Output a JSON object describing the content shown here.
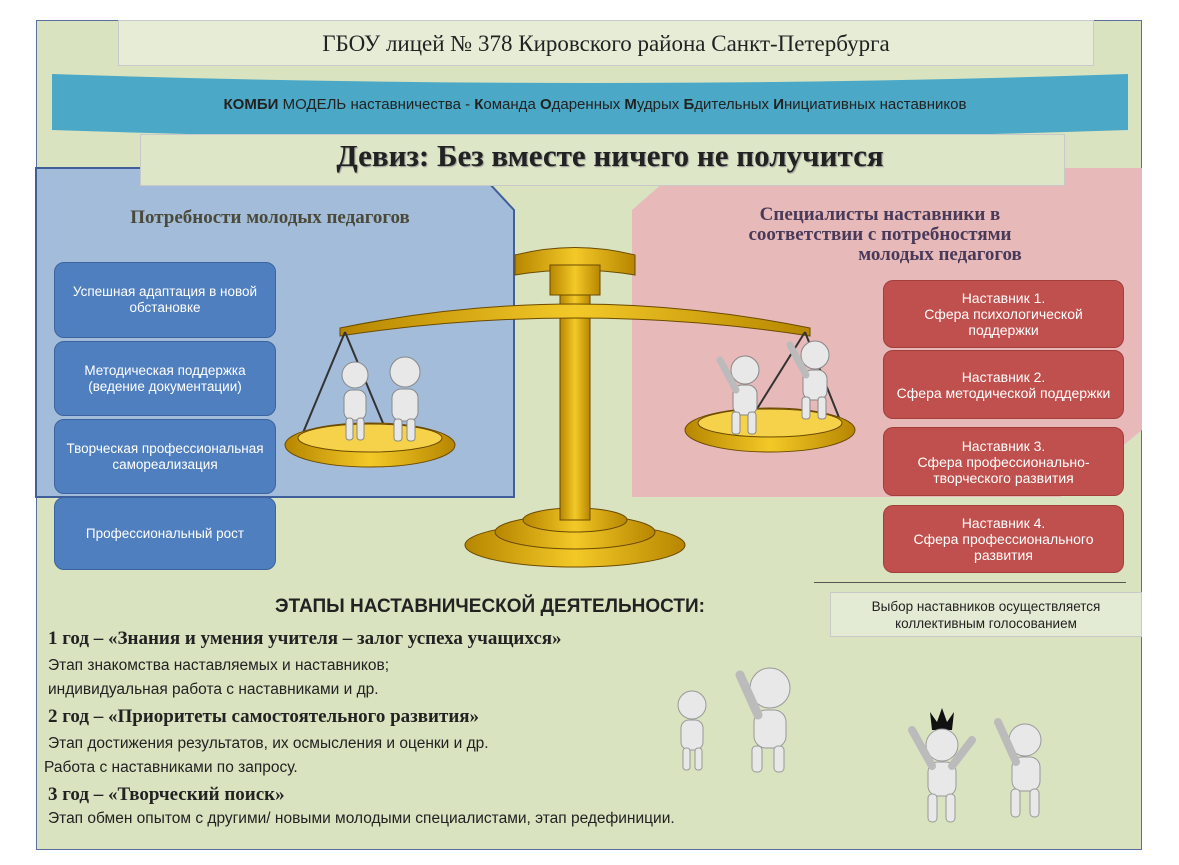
{
  "header": {
    "school": "ГБОУ лицей № 378 Кировского района Санкт-Петербурга",
    "banner": [
      {
        "b": "КОМБИ",
        "t": " МОДЕЛЬ наставничества -  "
      },
      {
        "b": "К",
        "t": "оманда "
      },
      {
        "b": "О",
        "t": "даренных "
      },
      {
        "b": "М",
        "t": "удрых "
      },
      {
        "b": "Б",
        "t": "дительных "
      },
      {
        "b": "И",
        "t": "нициативных наставников"
      }
    ],
    "motto": "Девиз: Без вместе ничего не получится"
  },
  "needs": {
    "heading": "Потребности молодых педагогов",
    "items": [
      "Успешная адаптация в новой обстановке",
      "Методическая поддержка (ведение документации)",
      "Творческая профессиональная самореализация",
      "Профессиональный рост"
    ]
  },
  "mentors": {
    "heading_line1": "Специалисты наставники в",
    "heading_line2": "соответствии с потребностями",
    "heading_line3": "молодых педагогов",
    "items": [
      "Наставник 1.\nСфера психологической поддержки",
      "Наставник 2.\nСфера методической поддержки",
      "Наставник 3.\nСфера профессионально-творческого развития",
      "Наставник 4.\nСфера профессионального развития"
    ],
    "vote_note": "Выбор наставников осуществляется коллективным голосованием"
  },
  "stages": {
    "title": "ЭТАПЫ НАСТАВНИЧЕСКОЙ ДЕЯТЕЛЬНОСТИ:",
    "year1": "1 год – «Знания и умения учителя – залог успеха учащихся»",
    "year1_line1": " Этап знакомства наставляемых и наставников;",
    "year1_line2": " индивидуальная работа с наставниками и др.",
    "year2": "2 год – «Приоритеты самостоятельного развития»",
    "year2_line1": " Этап достижения результатов, их осмысления и оценки и др.",
    "year2_line2": "Работа с наставниками по запросу.",
    "year3": "3 год – «Творческий поиск»",
    "year3_line1": " Этап обмен опытом с другими/ новыми молодыми специалистами, этап редефиниции."
  },
  "colors": {
    "background": "#d9e3c0",
    "needs_panel": "#a3bcd9",
    "mentors_panel": "#e7b9b9",
    "needs_box": "#4f7fbf",
    "mentor_box": "#c0504d",
    "banner": "#4ba8c6",
    "scale_gold": "#e2b007"
  },
  "icons": [
    "scales-icon",
    "thinking-figures-icon",
    "cheering-figures-icon",
    "crown-figure-icon"
  ]
}
